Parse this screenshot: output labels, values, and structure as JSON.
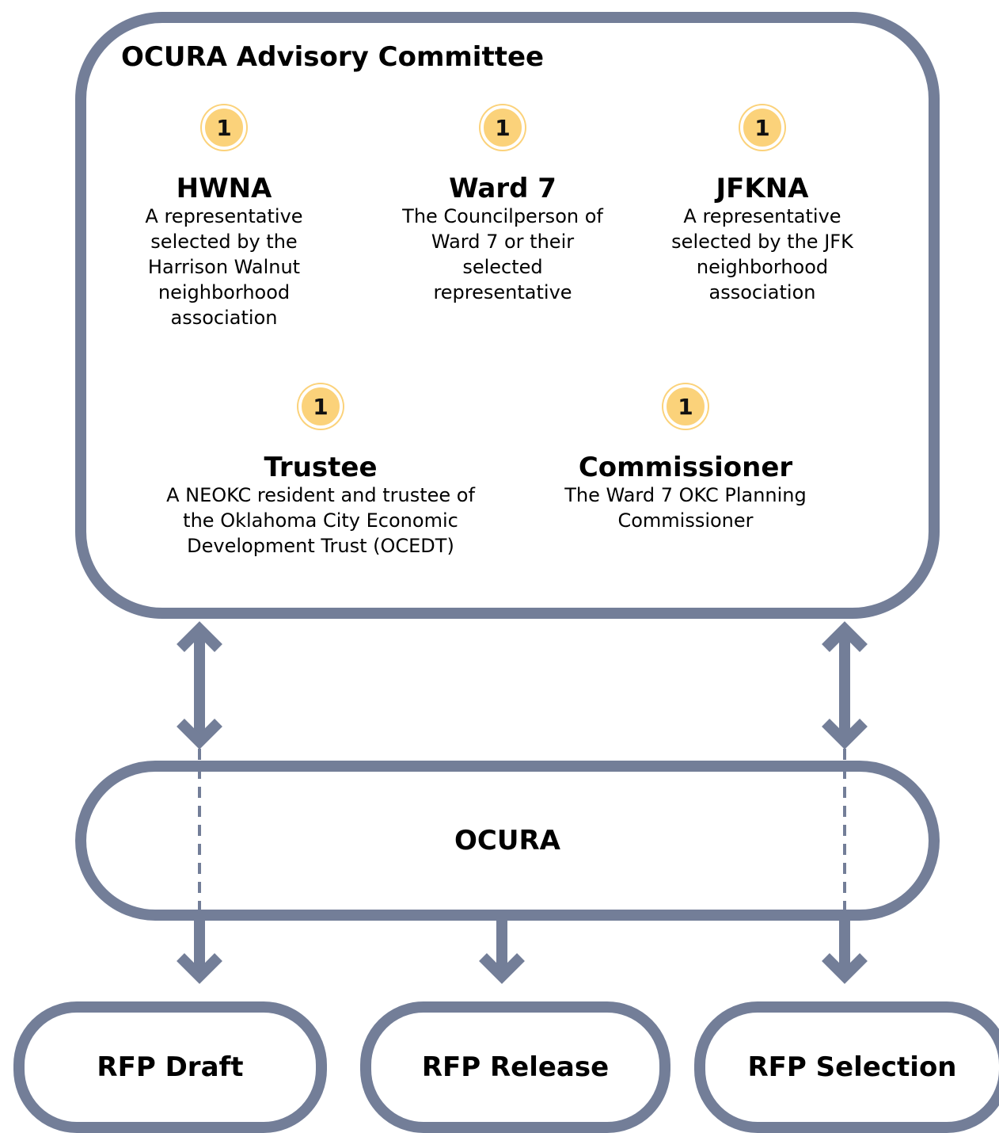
{
  "committee": {
    "title": "OCURA Advisory Committee",
    "members": [
      {
        "count": "1",
        "name": "HWNA",
        "description": "A representative selected by the Harrison Walnut neighborhood association"
      },
      {
        "count": "1",
        "name": "Ward 7",
        "description": "The Councilperson of Ward 7 or their selected representative"
      },
      {
        "count": "1",
        "name": "JFKNA",
        "description": "A representative selected by the JFK neighborhood association"
      },
      {
        "count": "1",
        "name": "Trustee",
        "description": "A NEOKC resident and trustee of the Oklahoma City Economic Development Trust (OCEDT)"
      },
      {
        "count": "1",
        "name": "Commissioner",
        "description": "The Ward 7 OKC Planning Commissioner"
      }
    ]
  },
  "ocura": {
    "label": "OCURA"
  },
  "rfp_steps": [
    {
      "label": "RFP Draft"
    },
    {
      "label": "RFP Release"
    },
    {
      "label": "RFP Selection"
    }
  ],
  "colors": {
    "frame": "#737e98",
    "badge": "#fbd27a"
  }
}
